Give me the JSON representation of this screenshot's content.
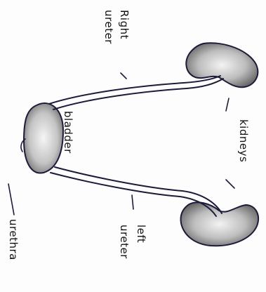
{
  "labels": {
    "right_ureter_line1": "Right",
    "right_ureter_line2": "ureter",
    "kidneys": "kidneys",
    "bladder": "bladder",
    "left_ureter_line1": "left",
    "left_ureter_line2": "ureter",
    "urethra": "urethra"
  },
  "colors": {
    "ink": "#1b1b3a",
    "organ_fill_light": "#f2f2f2",
    "organ_fill_dark": "#6a6a6a",
    "paper": "#fdfdfd"
  }
}
